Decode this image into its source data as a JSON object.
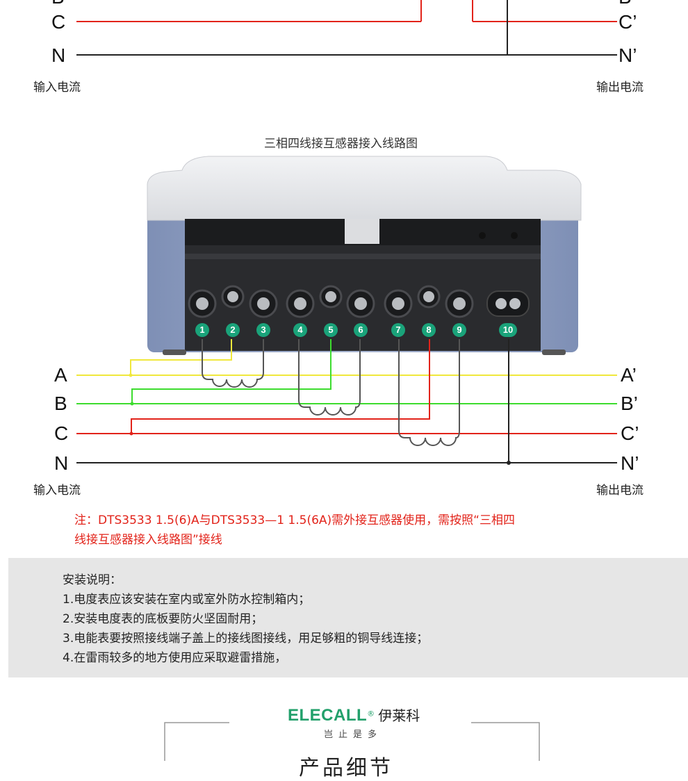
{
  "top_diagram": {
    "lines": [
      {
        "left": "B",
        "right": "B’",
        "color": "#e2231a"
      },
      {
        "left": "C",
        "right": "C’",
        "color": "#e2231a"
      },
      {
        "left": "N",
        "right": "N’",
        "color": "#222222"
      }
    ],
    "input_label": "输入电流",
    "output_label": "输出电流"
  },
  "ct_diagram": {
    "title": "三相四线接互感器接入线路图",
    "terminals": [
      "1",
      "2",
      "3",
      "4",
      "5",
      "6",
      "7",
      "8",
      "9",
      "10"
    ],
    "lines": [
      {
        "left": "A",
        "right": "A’",
        "color": "#f0e83c"
      },
      {
        "left": "B",
        "right": "B’",
        "color": "#3ddc2e"
      },
      {
        "left": "C",
        "right": "C’",
        "color": "#e2231a"
      },
      {
        "left": "N",
        "right": "N’",
        "color": "#222222"
      }
    ],
    "input_label": "输入电流",
    "output_label": "输出电流",
    "terminal_color": "#1aa37a"
  },
  "note": {
    "line1": "注：DTS3533 1.5(6)A与DTS3533—1 1.5(6A)需外接互感器使用，需按照“三相四",
    "line2": "线接互感器接入线路图”接线"
  },
  "install": {
    "heading": "安装说明：",
    "items": [
      "1.电度表应该安装在室内或室外防水控制箱内；",
      "2.安装电度表的底板要防火坚固耐用；",
      "3.电能表要按照接线端子盖上的接线图接线，用足够粗的铜导线连接；",
      "4.在雷雨较多的地方使用应采取避雷措施，"
    ]
  },
  "brand": {
    "logo": "ELECALL",
    "registered": "®",
    "name_cn": "伊莱科",
    "slogan": "岂止是多",
    "section_title": "产品细节",
    "brand_color": "#22a06b"
  }
}
